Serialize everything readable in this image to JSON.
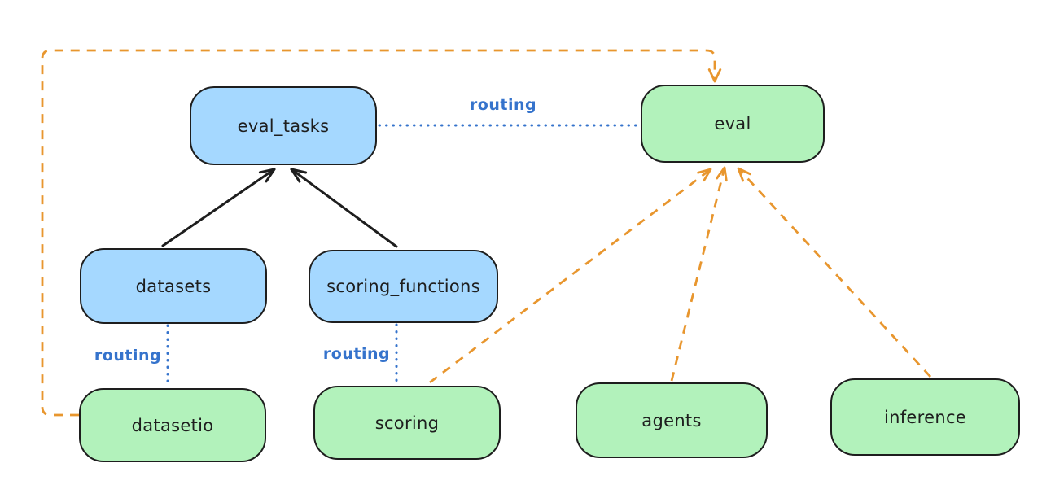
{
  "diagram": {
    "nodes": {
      "eval_tasks": {
        "label": "eval_tasks",
        "fill": "#a5d8ff"
      },
      "eval": {
        "label": "eval",
        "fill": "#b2f2bb"
      },
      "datasets": {
        "label": "datasets",
        "fill": "#a5d8ff"
      },
      "scoring_functions": {
        "label": "scoring_functions",
        "fill": "#a5d8ff"
      },
      "datasetio": {
        "label": "datasetio",
        "fill": "#b2f2bb"
      },
      "scoring": {
        "label": "scoring",
        "fill": "#b2f2bb"
      },
      "agents": {
        "label": "agents",
        "fill": "#b2f2bb"
      },
      "inference": {
        "label": "inference",
        "fill": "#b2f2bb"
      }
    },
    "edge_labels": {
      "routing_top": "routing",
      "routing_left": "routing",
      "routing_mid": "routing"
    },
    "colors": {
      "node_border": "#1e1e1e",
      "blue_fill": "#a5d8ff",
      "green_fill": "#b2f2bb",
      "routing_blue": "#3573cc",
      "arrow_orange": "#e8962e",
      "arrow_black": "#1e1e1e",
      "background": "#ffffff"
    }
  }
}
